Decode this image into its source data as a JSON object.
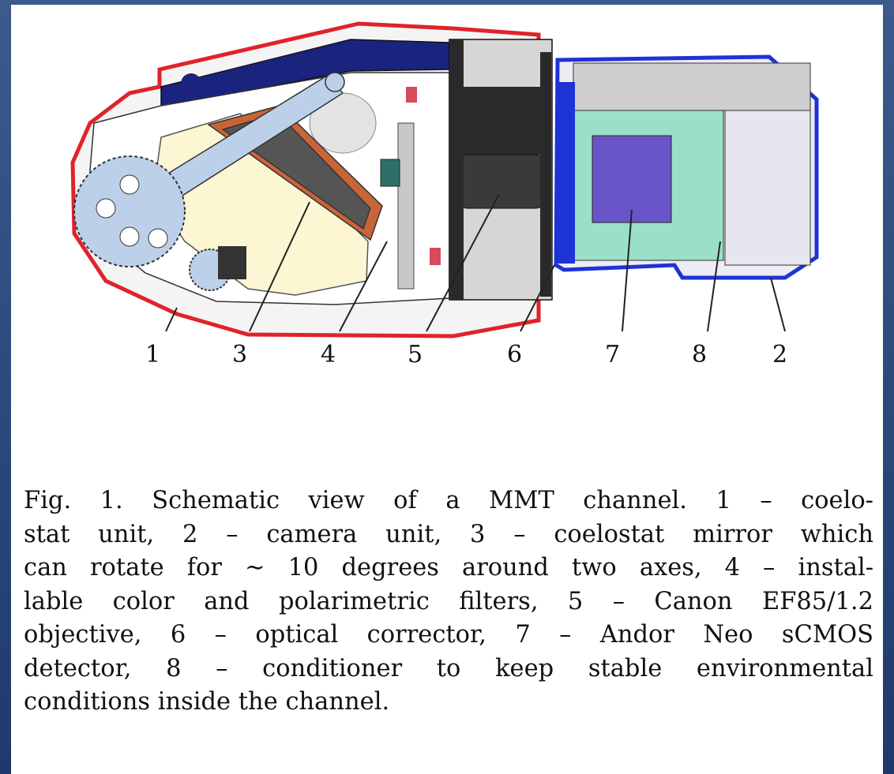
{
  "figure": {
    "callouts": [
      "1",
      "3",
      "4",
      "5",
      "6",
      "7",
      "8",
      "2"
    ]
  },
  "caption": {
    "lines": [
      "Fig. 1. Schematic view of a MMT channel. 1 – coelo-",
      "stat unit, 2 – camera unit, 3 – coelostat mirror which",
      "can rotate for ∼ 10 degrees around two axes, 4 – instal-",
      "lable color and polarimetric filters, 5 – Canon EF85/1.2",
      "objective, 6 – optical corrector, 7 – Andor Neo sCMOS",
      "detector, 8 – conditioner to keep stable environmental",
      "conditions inside the channel."
    ]
  }
}
